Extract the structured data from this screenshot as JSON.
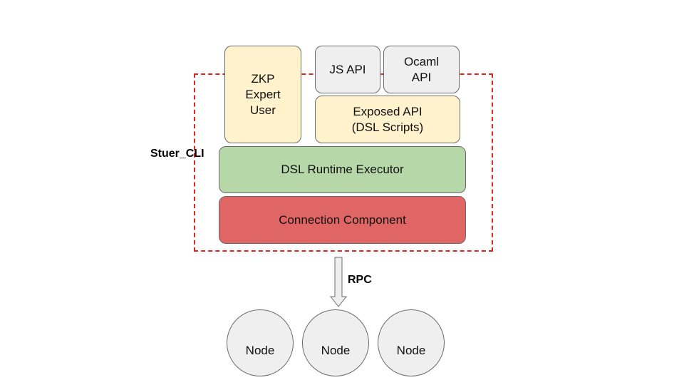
{
  "diagram": {
    "boundary_label": "Stuer_CLI",
    "boxes": {
      "zkp_user": "ZKP\nExpert\nUser",
      "js_api": "JS API",
      "ocaml_api": "Ocaml\nAPI",
      "exposed_api": "Exposed API\n(DSL Scripts)",
      "runtime_executor": "DSL Runtime Executor",
      "connection_component": "Connection Component"
    },
    "connector_label": "RPC",
    "nodes": [
      "Node",
      "Node",
      "Node"
    ]
  },
  "colors": {
    "boundary": "#e0251c",
    "zkp_user": "#fff2cc",
    "api": "#efefef",
    "exposed_api": "#fff2cc",
    "runtime_executor": "#b6d7a8",
    "connection_component": "#e06666",
    "node": "#efefef"
  }
}
